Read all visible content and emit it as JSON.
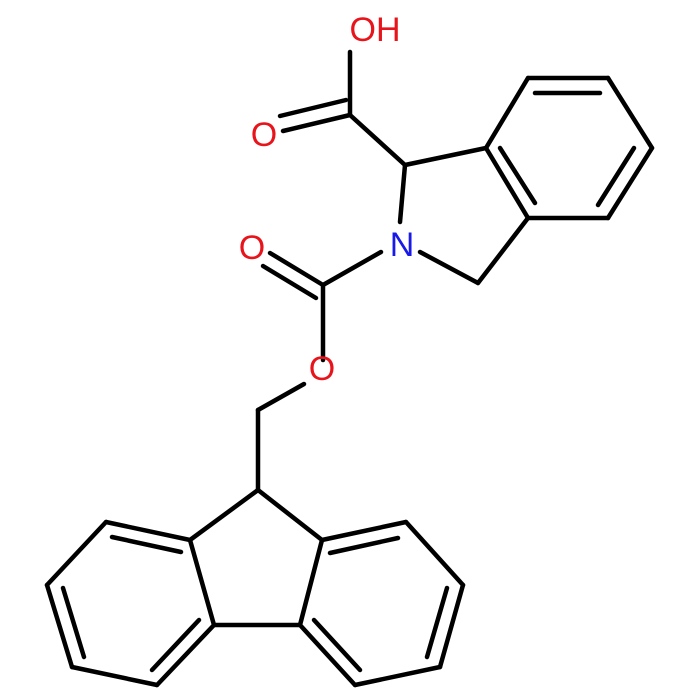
{
  "colors": {
    "background": "#ffffff",
    "bond": "#000000",
    "oxygen": "#e8141b",
    "nitrogen": "#1a1ae8"
  },
  "atoms": {
    "hydroxyl": "OH",
    "carboxyl_oxygen": "O",
    "carbamate_oxygen": "O",
    "ester_oxygen": "O",
    "ring_nitrogen": "N"
  }
}
